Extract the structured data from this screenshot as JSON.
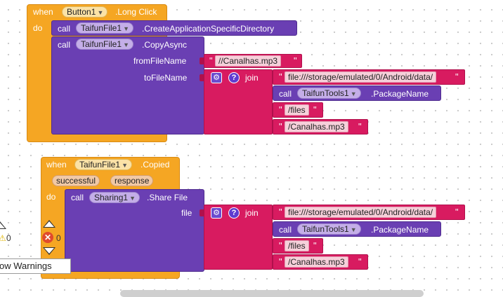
{
  "block1": {
    "when": "when",
    "event_component": "Button1",
    "event_name": ".Long Click",
    "do": "do",
    "stmt1": {
      "call": "call",
      "component": "TaifunFile1",
      "method": ".CreateApplicationSpecificDirectory"
    },
    "stmt2": {
      "call": "call",
      "component": "TaifunFile1",
      "method": ".CopyAsync",
      "arg1_label": "fromFileName",
      "arg1_value": "//Canalhas.mp3",
      "arg2_label": "toFileName",
      "join_label": "join",
      "join_items": [
        "file:///storage/emulated/0/Android/data/",
        "/files",
        "/Canalhas.mp3"
      ],
      "tools_call": "call",
      "tools_component": "TaifunTools1",
      "tools_method": ".PackageName"
    }
  },
  "block2": {
    "when": "when",
    "event_component": "TaifunFile1",
    "event_name": ".Copied",
    "params": [
      "successful",
      "response"
    ],
    "do": "do",
    "stmt1": {
      "call": "call",
      "component": "Sharing1",
      "method": ".Share File",
      "arg_label": "file",
      "join_label": "join",
      "join_items": [
        "file:///storage/emulated/0/Android/data/",
        "/files",
        "/Canalhas.mp3"
      ],
      "tools_call": "call",
      "tools_component": "TaifunTools1",
      "tools_method": ".PackageName"
    }
  },
  "workspace": {
    "warnings_button": "ow Warnings",
    "warning_count": "0",
    "error_count": "0"
  },
  "icons": {
    "gear": "gear-icon",
    "help": "help-icon",
    "dropdown": "dropdown-arrow-icon",
    "error": "error-icon",
    "warning": "warning-icon"
  },
  "colors": {
    "event": "#f5a623",
    "procedure": "#6a3fb3",
    "text": "#d81b60"
  }
}
